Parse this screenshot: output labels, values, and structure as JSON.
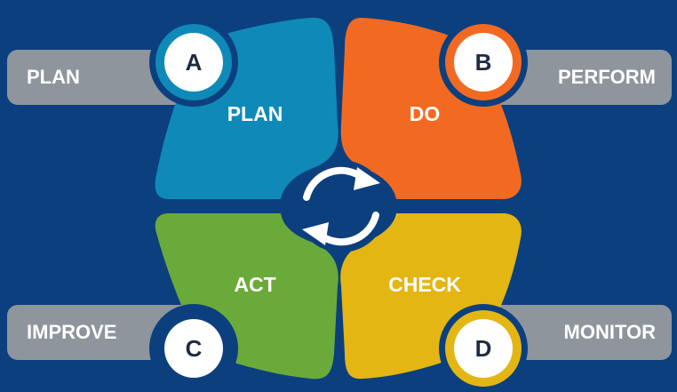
{
  "quadrants": [
    {
      "letter": "A",
      "label": "PLAN",
      "side_tag": "PLAN",
      "color": "#0f8ab8"
    },
    {
      "letter": "B",
      "label": "DO",
      "side_tag": "PERFORM",
      "color": "#f26a21"
    },
    {
      "letter": "C",
      "label": "ACT",
      "side_tag": "IMPROVE",
      "color": "#6aaa3a"
    },
    {
      "letter": "D",
      "label": "CHECK",
      "side_tag": "MONITOR",
      "color": "#e3b614"
    }
  ],
  "colors": {
    "background": "#0c3f7e",
    "side_tag": "#8f959c",
    "badge_fill": "#ffffff",
    "badge_text": "#1e2c3f",
    "cycle_icon": "#ffffff"
  },
  "center_icon": "cycle-arrows-icon"
}
